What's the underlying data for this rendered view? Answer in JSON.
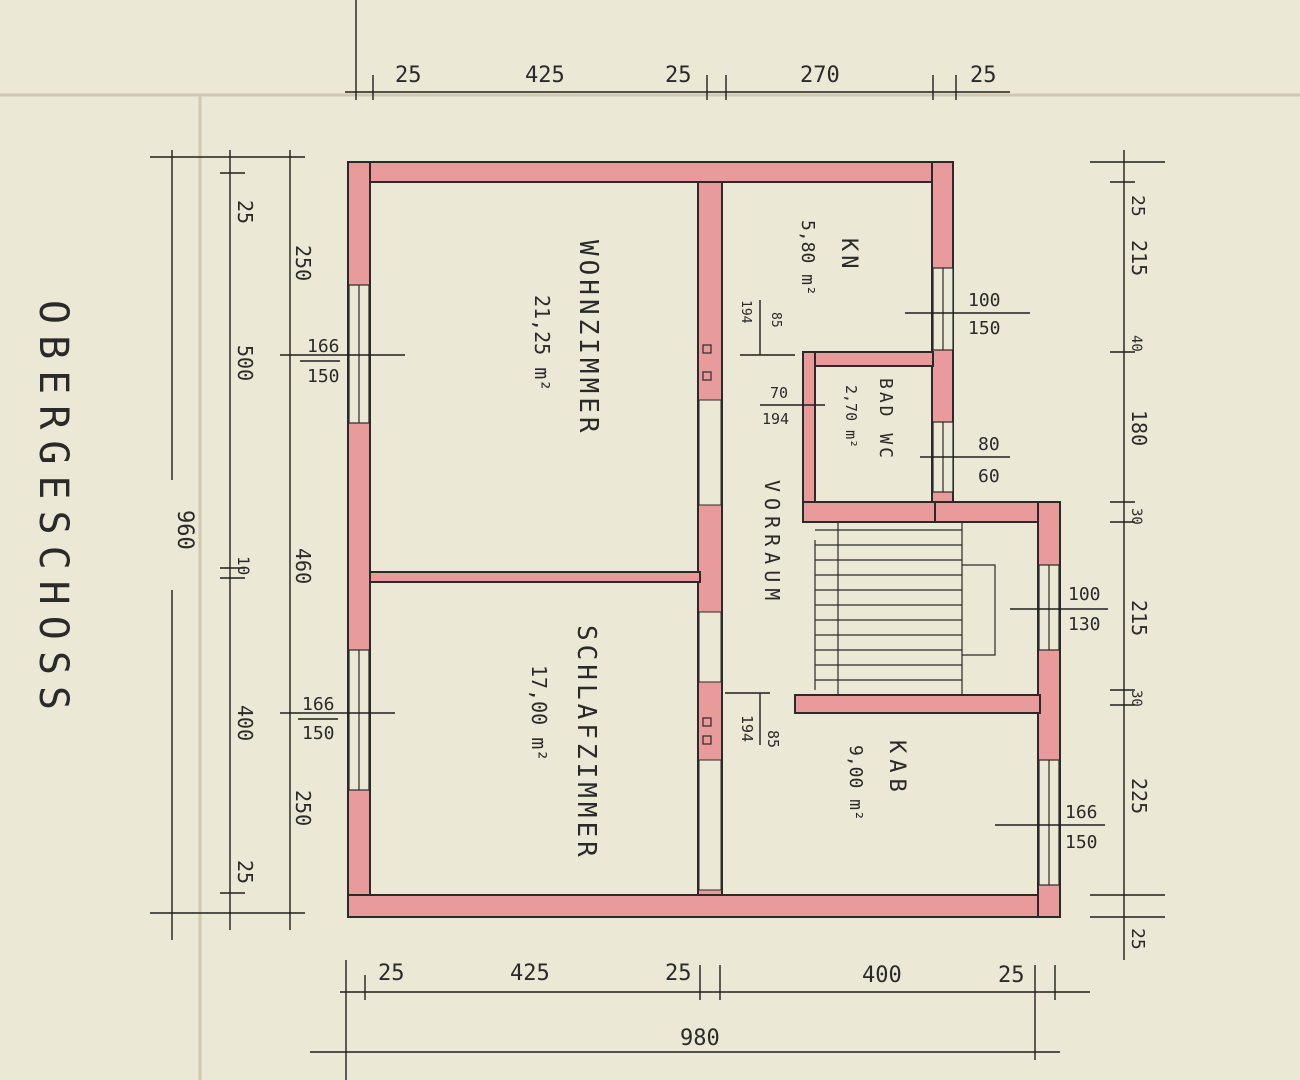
{
  "title": "OBERGESCHOSS",
  "rooms": {
    "wohnzimmer": {
      "name": "WOHNZIMMER",
      "area": "21,25 m²"
    },
    "schlafzimmer": {
      "name": "SCHLAFZIMMER",
      "area": "17,00 m²"
    },
    "kn": {
      "name": "KN",
      "area": "5,80 m²"
    },
    "bad": {
      "name": "BAD WC",
      "area": "2,70 m²"
    },
    "vorraum": {
      "name": "VORRAUM"
    },
    "kab": {
      "name": "KAB",
      "area": "9,00 m²"
    }
  },
  "dims_top": [
    "25",
    "425",
    "25",
    "270",
    "25"
  ],
  "dims_bottom": [
    "25",
    "425",
    "25",
    "400",
    "25"
  ],
  "dim_bottom_total": "980",
  "dims_left_outer": [
    "25",
    "500",
    "10",
    "400",
    "25"
  ],
  "dims_left_inner": [
    "250",
    "460",
    "250"
  ],
  "dim_left_total": "960",
  "dims_right": [
    "25",
    "215",
    "40",
    "180",
    "30",
    "215",
    "30",
    "225",
    "25"
  ],
  "windows": {
    "w1": [
      "166",
      "150"
    ],
    "w2": [
      "166",
      "150"
    ],
    "w3": [
      "100",
      "150"
    ],
    "w4": [
      "80",
      "60"
    ],
    "w5": [
      "100",
      "130"
    ],
    "w6": [
      "166",
      "150"
    ]
  },
  "doors": {
    "d1": [
      "85",
      "194"
    ],
    "d2": [
      "70",
      "194"
    ],
    "d3": [
      "85",
      "194"
    ]
  },
  "colors": {
    "paper": "#ece8d6",
    "wall": "#e99b9b",
    "ink": "#2a2a2a"
  }
}
